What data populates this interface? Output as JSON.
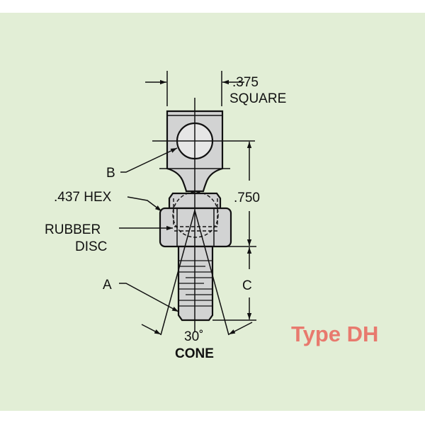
{
  "title": "Type DH",
  "title_color": "#e87a6e",
  "background_color": "#e2eed6",
  "labels": {
    "square_dim": ".375",
    "square_word": "SQUARE",
    "b": "B",
    "hex": ".437 HEX",
    "rubber": "RUBBER",
    "disc": "DISC",
    "a": "A",
    "height_dim": ".750",
    "c": "C",
    "angle": "30˚",
    "cone": "CONE"
  }
}
